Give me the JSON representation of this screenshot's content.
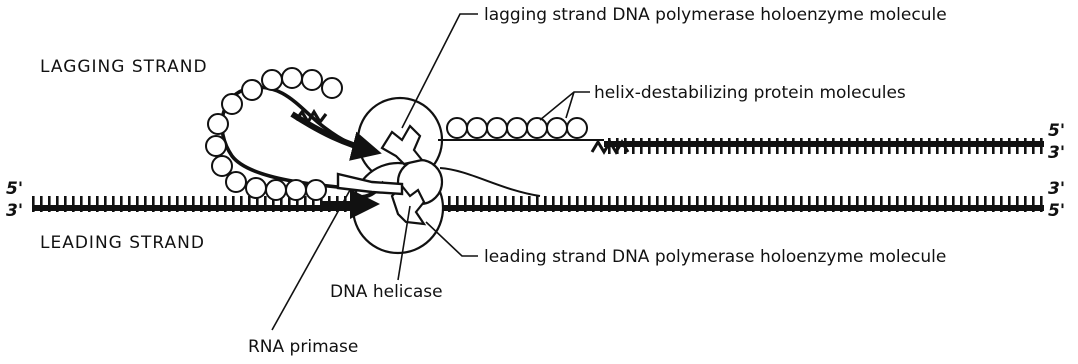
{
  "labels": {
    "lagging_strand": "LAGGING STRAND",
    "leading_strand": "LEADING STRAND",
    "lagging_polymerase": "lagging strand DNA polymerase holoenzyme molecule",
    "ssb_proteins": "helix-destabilizing protein molecules",
    "leading_polymerase": "leading strand DNA polymerase holoenzyme molecule",
    "dna_helicase": "DNA helicase",
    "rna_primase": "RNA primase"
  },
  "strand_ends": {
    "left_top": "5'",
    "left_bottom": "3'",
    "right_upper_top": "5'",
    "right_upper_bottom": "3'",
    "right_lower_top": "3'",
    "right_lower_bottom": "5'"
  }
}
